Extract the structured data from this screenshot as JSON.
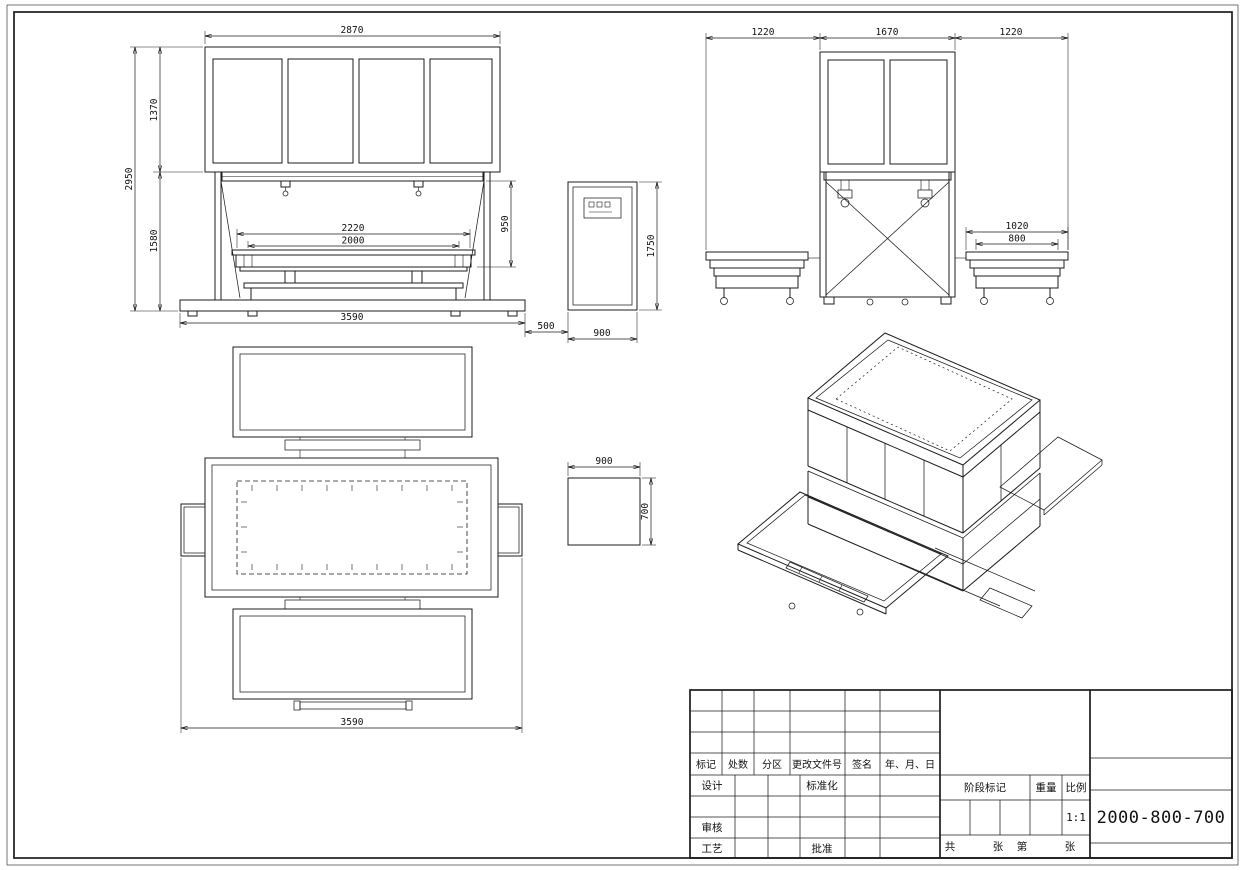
{
  "drawing": {
    "front_view": {
      "hood_width": "2870",
      "hood_height": "1370",
      "total_height": "2950",
      "body_height": "1580",
      "table_length": "2220",
      "belt_length": "2000",
      "table_height": "950",
      "base_length": "3590",
      "cabinet_gap": "500",
      "cabinet_width": "900",
      "cabinet_height": "1750"
    },
    "side_view": {
      "left_table_extension": "1220",
      "body_width": "1670",
      "right_table_extension": "1220",
      "table_width": "1020",
      "belt_width": "800"
    },
    "plan_view": {
      "overall_length": "3590",
      "box_width": "900",
      "box_depth": "700"
    }
  },
  "title_block": {
    "revision_headers": {
      "mark": "标记",
      "count": "处数",
      "zone": "分区",
      "change_doc_no": "更改文件号",
      "signature": "签名",
      "date": "年、月、日"
    },
    "roles": {
      "design": "设计",
      "standardization": "标准化",
      "review": "审核",
      "process": "工艺",
      "approval": "批准"
    },
    "info": {
      "stage_mark": "阶段标记",
      "weight": "重量",
      "scale": "比例",
      "scale_value": "1:1",
      "sheets_total_label": "共",
      "sheets_total_unit": "张",
      "sheet_no_label": "第",
      "sheet_no_unit": "张",
      "drawing_number": "2000-800-700"
    }
  }
}
